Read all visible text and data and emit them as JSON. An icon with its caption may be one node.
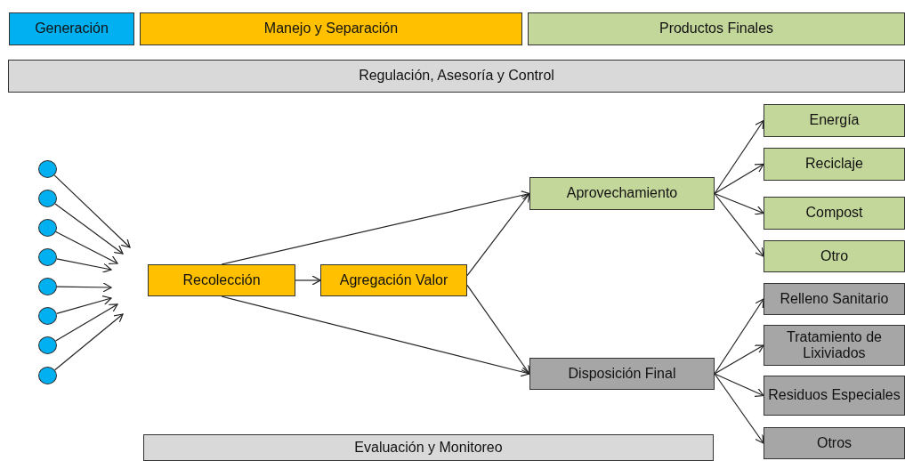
{
  "diagram": {
    "nodes": [
      {
        "text": [
          "Generación"
        ]
      },
      {
        "text": [
          "Manejo y Separación"
        ]
      },
      {
        "text": [
          "Productos Finales"
        ]
      },
      {
        "text": [
          "Regulación, Asesoría y Control"
        ]
      },
      {
        "text": [],
        "shape": "circle"
      },
      {
        "text": [],
        "shape": "circle"
      },
      {
        "text": [],
        "shape": "circle"
      },
      {
        "text": [],
        "shape": "circle"
      },
      {
        "text": [],
        "shape": "circle"
      },
      {
        "text": [],
        "shape": "circle"
      },
      {
        "text": [],
        "shape": "circle"
      },
      {
        "text": [],
        "shape": "circle"
      },
      {
        "text": [
          "Recolección"
        ]
      },
      {
        "text": [
          "Agregación Valor"
        ]
      },
      {
        "text": [
          "Aprovechamiento"
        ]
      },
      {
        "text": [
          "Disposición Final"
        ]
      },
      {
        "text": [
          "Energía"
        ]
      },
      {
        "text": [
          "Reciclaje"
        ]
      },
      {
        "text": [
          "Compost"
        ]
      },
      {
        "text": [
          "Otro"
        ]
      },
      {
        "text": [
          "Relleno Sanitario"
        ]
      },
      {
        "text": [
          "Tratamiento de Lixiviados"
        ]
      },
      {
        "text": [
          "Residuos Especiales"
        ]
      },
      {
        "text": [
          "Otros"
        ]
      },
      {
        "text": [
          "Evaluación y Monitoreo"
        ]
      }
    ],
    "edges": [
      {
        "from": 4,
        "to": null,
        "arrow": "to"
      },
      {
        "from": 5,
        "to": null,
        "arrow": "to"
      },
      {
        "from": 6,
        "to": null,
        "arrow": "to"
      },
      {
        "from": 7,
        "to": null,
        "arrow": "to"
      },
      {
        "from": 8,
        "to": null,
        "arrow": "to"
      },
      {
        "from": 9,
        "to": null,
        "arrow": "to"
      },
      {
        "from": 10,
        "to": null,
        "arrow": "to"
      },
      {
        "from": 11,
        "to": null,
        "arrow": "to"
      },
      {
        "from": 12,
        "to": 13,
        "arrow": "to"
      },
      {
        "from": 12,
        "to": 14,
        "arrow": "to"
      },
      {
        "from": 12,
        "to": 15,
        "arrow": "to"
      },
      {
        "from": 13,
        "to": 14,
        "arrow": "to"
      },
      {
        "from": 13,
        "to": 15,
        "arrow": "to"
      },
      {
        "from": 14,
        "to": 16,
        "arrow": "to"
      },
      {
        "from": 14,
        "to": 17,
        "arrow": "to"
      },
      {
        "from": 14,
        "to": 18,
        "arrow": "to"
      },
      {
        "from": 14,
        "to": 19,
        "arrow": "to"
      },
      {
        "from": 15,
        "to": 20,
        "arrow": "to"
      },
      {
        "from": 15,
        "to": 21,
        "arrow": "to"
      },
      {
        "from": 15,
        "to": 22,
        "arrow": "to"
      },
      {
        "from": 15,
        "to": 23,
        "arrow": "to"
      }
    ]
  }
}
